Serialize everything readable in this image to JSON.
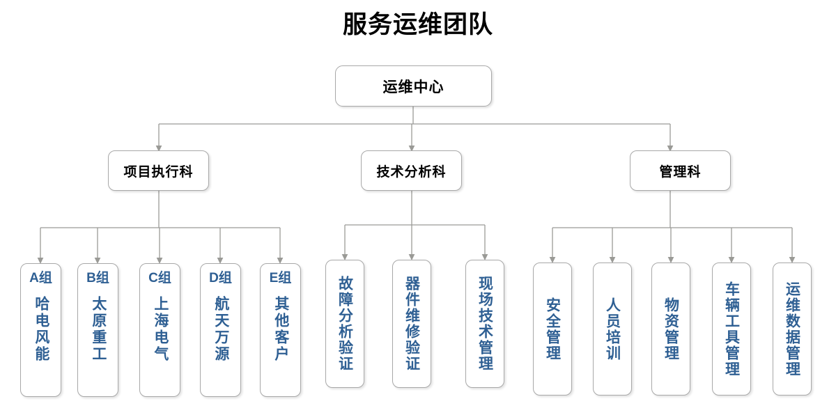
{
  "title": "服务运维团队",
  "colors": {
    "title_text": "#000000",
    "node_text": "#000000",
    "leaf_text": "#2e5f93",
    "box_border": "#a8a8a8",
    "box_fill": "#ffffff",
    "connector": "#9a9a96"
  },
  "root": {
    "label": "运维中心"
  },
  "departments": [
    {
      "label": "项目执行科"
    },
    {
      "label": "技术分析科"
    },
    {
      "label": "管理科"
    }
  ],
  "project_groups": [
    {
      "code": "A组",
      "name": "哈电风能"
    },
    {
      "code": "B组",
      "name": "太原重工"
    },
    {
      "code": "C组",
      "name": "上海电气"
    },
    {
      "code": "D组",
      "name": "航天万源"
    },
    {
      "code": "E组",
      "name": "其他客户"
    }
  ],
  "tech_units": [
    {
      "name": "故障分析验证"
    },
    {
      "name": "器件维修验证"
    },
    {
      "name": "现场技术管理"
    }
  ],
  "admin_units": [
    {
      "name": "安全管理"
    },
    {
      "name": "人员培训"
    },
    {
      "name": "物资管理"
    },
    {
      "name": "车辆工具管理"
    },
    {
      "name": "运维数据管理"
    }
  ]
}
